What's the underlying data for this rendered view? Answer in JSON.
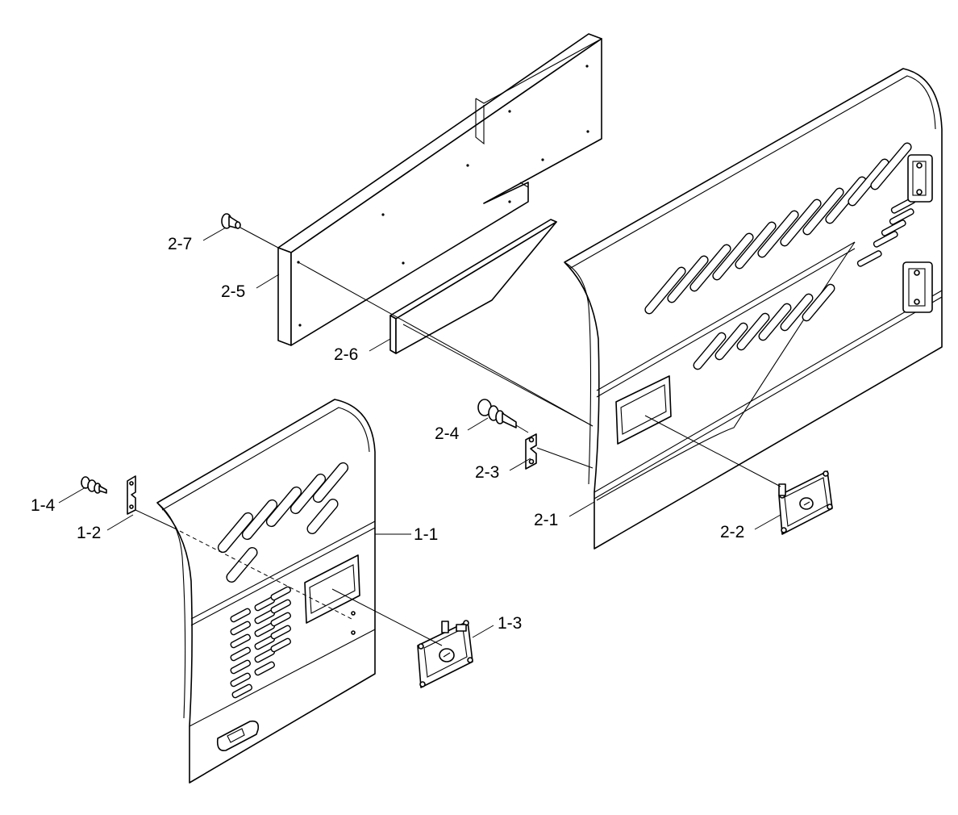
{
  "callouts": {
    "c_1_1": "1-1",
    "c_1_2": "1-2",
    "c_1_3": "1-3",
    "c_1_4": "1-4",
    "c_2_1": "2-1",
    "c_2_2": "2-2",
    "c_2_3": "2-3",
    "c_2_4": "2-4",
    "c_2_5": "2-5",
    "c_2_6": "2-6",
    "c_2_7": "2-7"
  }
}
